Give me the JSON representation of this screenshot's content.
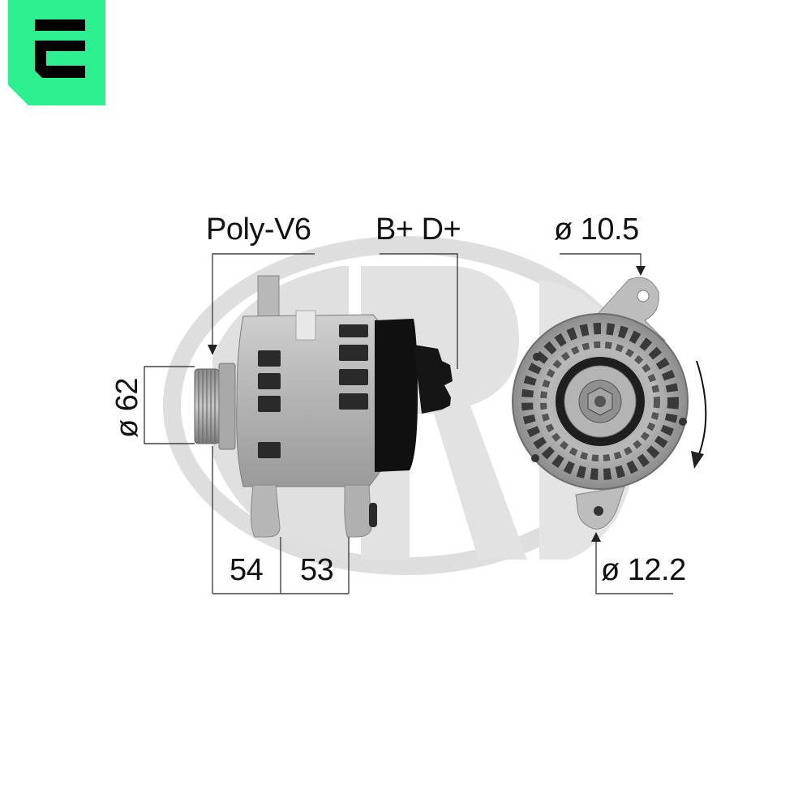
{
  "brand": {
    "badge_letter": "E",
    "badge_color": "#2cf08f",
    "watermark": "ERA",
    "watermark_color": "#dcdcdc"
  },
  "product": {
    "type": "alternator",
    "views": [
      "side-view",
      "rear-view"
    ]
  },
  "dimensions": {
    "pulley_label": "Poly-V6",
    "terminal_label": "B+ D+",
    "top_hole_label": "ø 10.5",
    "bottom_hole_label": "ø 12.2",
    "pulley_diameter_label": "ø 62",
    "mount_offset_1": "54",
    "mount_offset_2": "53"
  },
  "annotations": {
    "rotation_direction": "clockwise-arrow"
  }
}
